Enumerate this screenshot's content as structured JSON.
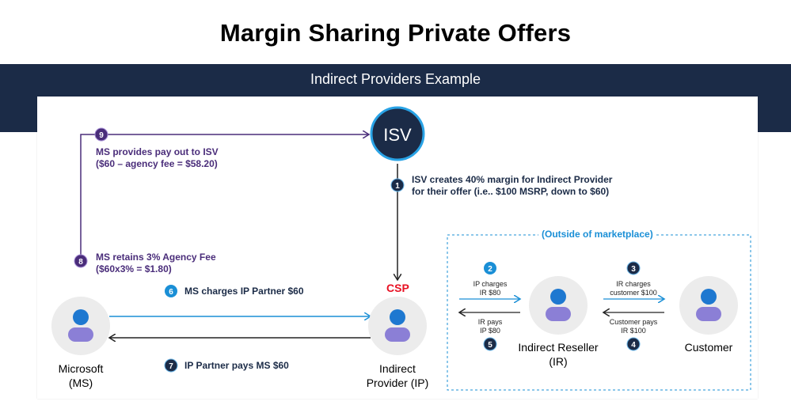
{
  "header": {
    "title": "Margin Sharing Private Offers",
    "subtitle": "Indirect Providers Example"
  },
  "nodes": {
    "isv": "ISV",
    "csp": "CSP",
    "microsoft": "Microsoft (MS)",
    "indirect_provider": "Indirect Provider (IP)",
    "indirect_reseller": "Indirect Reseller (IR)",
    "customer": "Customer"
  },
  "external_box": "(Outside of marketplace)",
  "steps": [
    {
      "num": "1",
      "text1": "ISV creates 40% margin for Indirect Provider",
      "text2": "for their offer (i.e.. $100 MSRP, down to $60)"
    },
    {
      "num": "2",
      "text1": "IP charges",
      "text2": "IR $80"
    },
    {
      "num": "3",
      "text1": "IR charges",
      "text2": "customer $100"
    },
    {
      "num": "4",
      "text1": "Customer pays",
      "text2": "IR $100"
    },
    {
      "num": "5",
      "text1": "IR pays",
      "text2": "IP $80"
    },
    {
      "num": "6",
      "text1": "MS charges IP Partner $60"
    },
    {
      "num": "7",
      "text1": "IP Partner pays MS $60"
    },
    {
      "num": "8",
      "text1": "MS retains 3% Agency Fee",
      "text2": "($60x3% = $1.80)"
    },
    {
      "num": "9",
      "text1": "MS provides pay out to ISV",
      "text2": "($60 – agency fee = $58.20)"
    }
  ],
  "colors": {
    "banner": "#1b2b47",
    "purple": "#4a2d7a",
    "navy": "#1b2b47",
    "blue": "#1a8fd6",
    "csp_red": "#e81123"
  },
  "icons": [
    "user-icon",
    "step-badge"
  ]
}
